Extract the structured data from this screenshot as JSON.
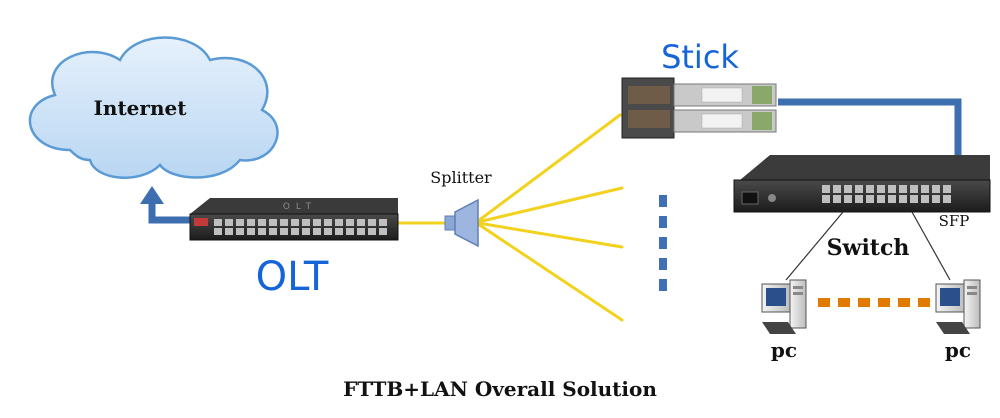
{
  "labels": {
    "internet": "Internet",
    "olt": "OLT",
    "olt_device_text": "OLT",
    "splitter": "Splitter",
    "stick": "Stick",
    "switch": "Switch",
    "sfp": "SFP",
    "pc_left": "pc",
    "pc_right": "pc",
    "title": "FTTB+LAN Overall Solution"
  },
  "colors": {
    "fiber": "#f2d21e",
    "arrow": "#3d6fb0",
    "cloud_fill": "#cfe3f7",
    "cloud_stroke": "#5b9bd5",
    "accent_blue": "#1565d8",
    "dots_orange": "#e07b00",
    "dots_blue": "#3f6fb5"
  },
  "icons": [
    "cloud-icon",
    "olt-device-icon",
    "splitter-icon",
    "sfp-stick-icon",
    "switch-device-icon",
    "pc-icon"
  ]
}
